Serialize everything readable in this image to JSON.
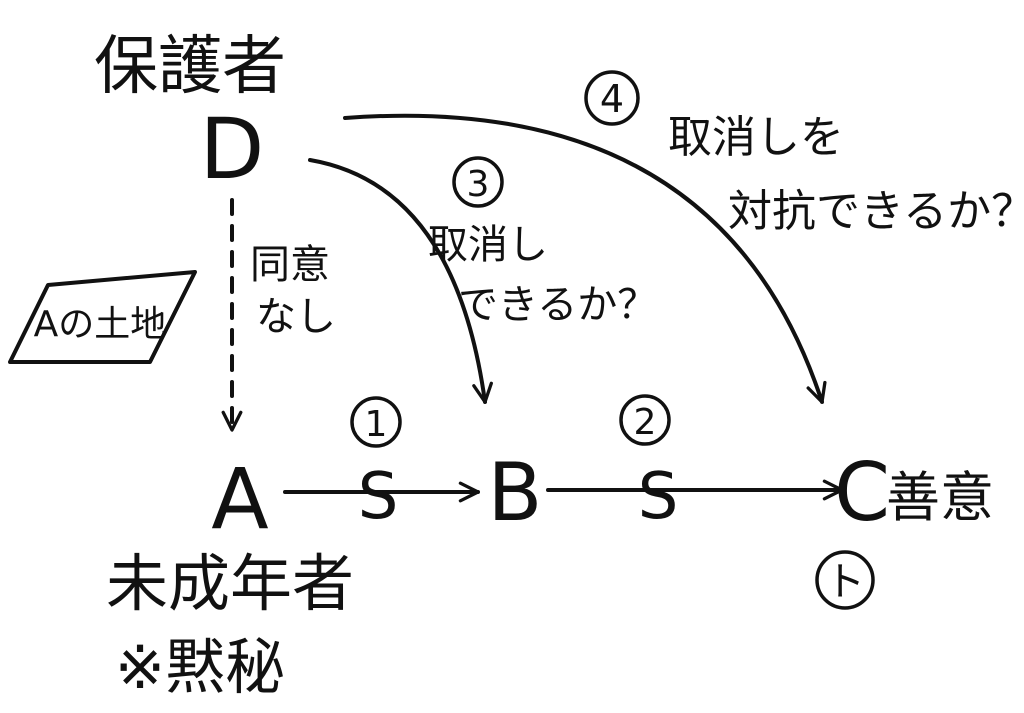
{
  "nodes": {
    "guardian": {
      "role": "保護者",
      "letter": "D"
    },
    "minor": {
      "letter": "A",
      "role": "未成年者",
      "note": "※黙秘"
    },
    "buyer": {
      "letter": "B"
    },
    "third_party": {
      "letter": "C",
      "role": "善意",
      "tag": "ト"
    }
  },
  "land_label": "Aの土地",
  "edges": {
    "consent": {
      "label_line1": "同意",
      "label_line2": "なし"
    },
    "sale_1": {
      "number": "1",
      "mark": "S"
    },
    "sale_2": {
      "number": "2",
      "mark": "S"
    },
    "question_3": {
      "number": "3",
      "line1": "取消し",
      "line2": "できるか？"
    },
    "question_4": {
      "number": "4",
      "line1": "取消しを",
      "line2": "対抗できるか？"
    }
  }
}
